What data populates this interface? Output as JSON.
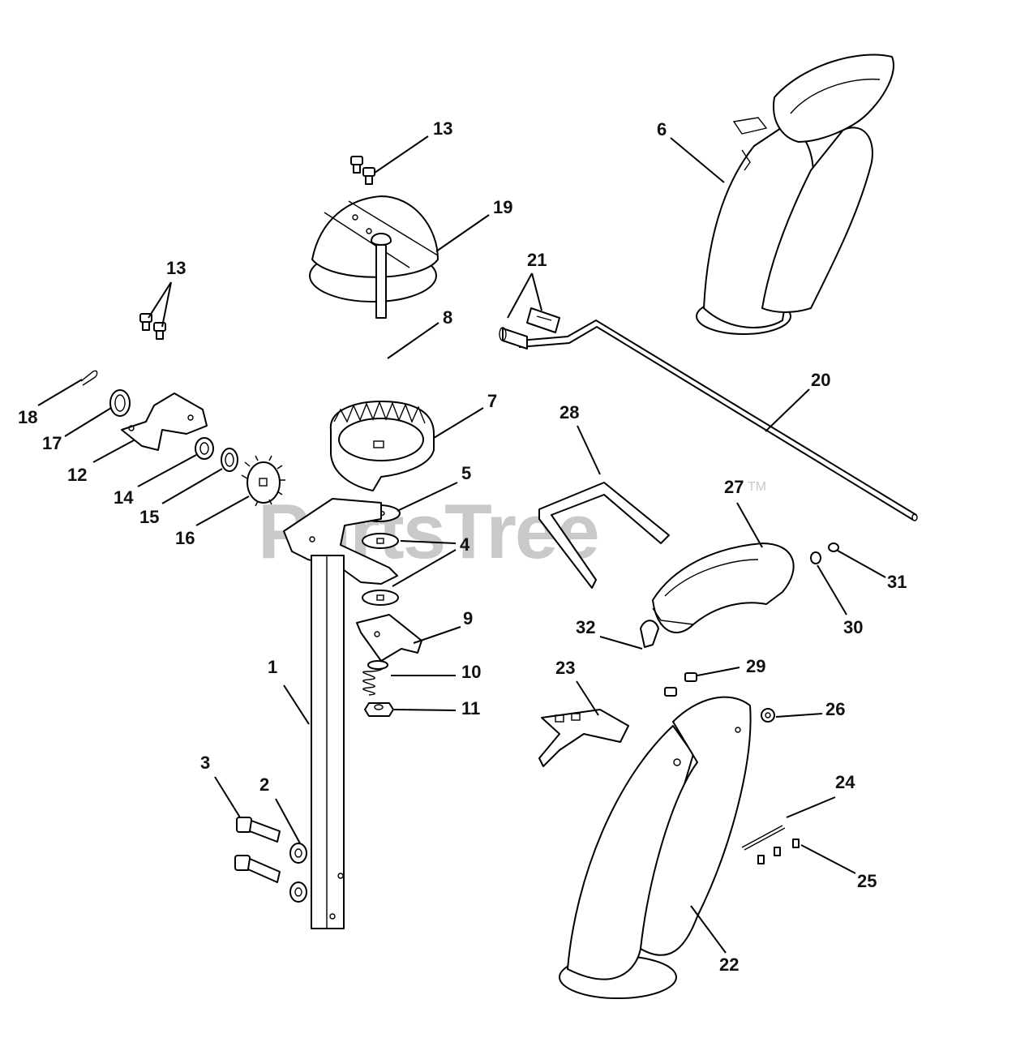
{
  "watermark": {
    "text": "PartsTree",
    "tm": "TM"
  },
  "callouts": [
    {
      "id": "c1",
      "label": "1"
    },
    {
      "id": "c2",
      "label": "2"
    },
    {
      "id": "c3",
      "label": "3"
    },
    {
      "id": "c4",
      "label": "4"
    },
    {
      "id": "c5",
      "label": "5"
    },
    {
      "id": "c6",
      "label": "6"
    },
    {
      "id": "c7",
      "label": "7"
    },
    {
      "id": "c8",
      "label": "8"
    },
    {
      "id": "c9",
      "label": "9"
    },
    {
      "id": "c10",
      "label": "10"
    },
    {
      "id": "c11",
      "label": "11"
    },
    {
      "id": "c12",
      "label": "12"
    },
    {
      "id": "c13a",
      "label": "13"
    },
    {
      "id": "c13b",
      "label": "13"
    },
    {
      "id": "c14",
      "label": "14"
    },
    {
      "id": "c15",
      "label": "15"
    },
    {
      "id": "c16",
      "label": "16"
    },
    {
      "id": "c17",
      "label": "17"
    },
    {
      "id": "c18",
      "label": "18"
    },
    {
      "id": "c19",
      "label": "19"
    },
    {
      "id": "c20",
      "label": "20"
    },
    {
      "id": "c21",
      "label": "21"
    },
    {
      "id": "c22",
      "label": "22"
    },
    {
      "id": "c23",
      "label": "23"
    },
    {
      "id": "c24",
      "label": "24"
    },
    {
      "id": "c25",
      "label": "25"
    },
    {
      "id": "c26",
      "label": "26"
    },
    {
      "id": "c27",
      "label": "27"
    },
    {
      "id": "c28",
      "label": "28"
    },
    {
      "id": "c29",
      "label": "29"
    },
    {
      "id": "c30",
      "label": "30"
    },
    {
      "id": "c31",
      "label": "31"
    },
    {
      "id": "c32",
      "label": "32"
    }
  ]
}
